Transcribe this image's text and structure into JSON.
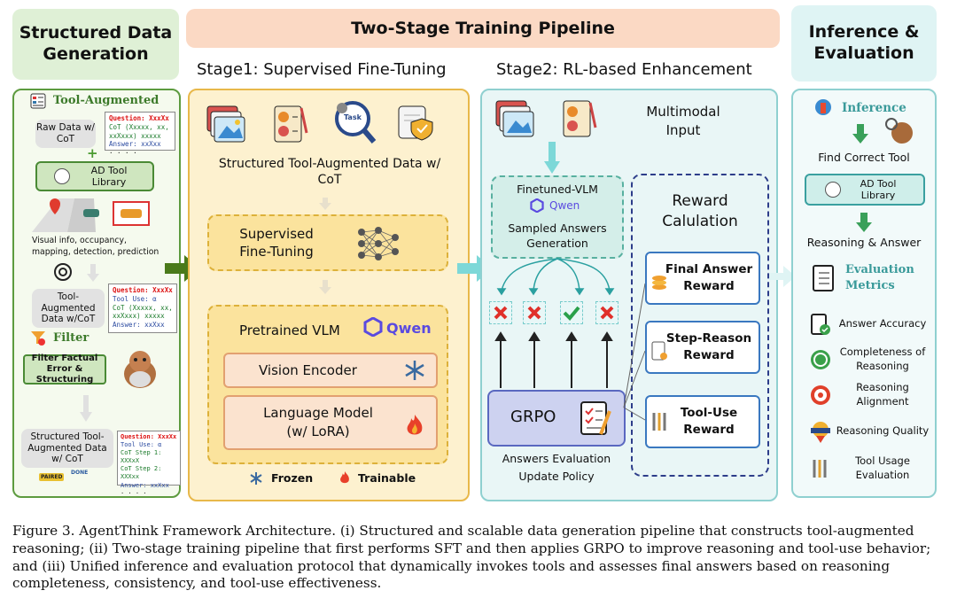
{
  "headers": {
    "left": "Structured Data Generation",
    "middle": "Two-Stage Training Pipeline",
    "right": "Inference & Evaluation"
  },
  "stage1": {
    "title": "Stage1: Supervised Fine-Tuning",
    "data_label": "Structured Tool-Augmented Data w/ CoT",
    "sft_label": "Supervised Fine-Tuning",
    "pretrained_label": "Pretrained VLM",
    "qwen": "Qwen",
    "vision_encoder": "Vision Encoder",
    "language_model": "Language Model (w/ LoRA)",
    "legend_frozen": "Frozen",
    "legend_trainable": "Trainable",
    "task_tag": "Task"
  },
  "stage2": {
    "title": "Stage2: RL-based Enhancement",
    "multimodal_input": "Multimodal Input",
    "finetuned_vlm": "Finetuned-VLM",
    "qwen": "Qwen",
    "sampled_answers": "Sampled Answers Generation",
    "grpo": "GRPO",
    "answers_eval": "Answers Evaluation",
    "update_policy": "Update Policy",
    "reward_title": "Reward Calulation",
    "reward_final": "Final Answer Reward",
    "reward_step": "Step-Reason Reward",
    "reward_tool": "Tool-Use Reward"
  },
  "left": {
    "tool_augmented": "Tool-Augmented",
    "raw_data": "Raw Data w/ CoT",
    "raw_card": [
      "Question: XxxXx",
      "CoT (Xxxxx, xx,",
      "xxXxxx) xxxxx",
      "Answer: xxXxx",
      "· · · ·"
    ],
    "ad_tool_library": "AD Tool Library",
    "visual_info": "Visual info, occupancy, mapping, detection, prediction",
    "tool_aug_data": "Tool-Augmented Data w/CoT",
    "tool_card": [
      "Question: XxxXx",
      "Tool Use: α",
      "CoT (Xxxxx, xx,",
      "xxXxxx) xxxxx",
      "Answer: xxXxx"
    ],
    "filter": "Filter",
    "filter_box": "Filter Factual Error & Structuring",
    "structured": "Structured Tool-Augmented Data w/ CoT",
    "struct_card": [
      "Question: XxxXx",
      "Tool Use: α",
      "CoT Step 1: XXXxX",
      "CoT Step 2: XXXxx",
      "Answer: xxXxx",
      "· · · ·"
    ],
    "paired": "PAIRED",
    "done": "DONE"
  },
  "right": {
    "inference": "Inference",
    "find_tool": "Find Correct Tool",
    "ad_tool_library": "AD Tool Library",
    "reasoning_answer": "Reasoning & Answer",
    "eval_metrics": "Evaluation Metrics",
    "metrics": [
      {
        "label": "Answer Accuracy",
        "icon": "clipboard-check-icon"
      },
      {
        "label": "Completeness of Reasoning",
        "icon": "100-badge-icon"
      },
      {
        "label": "Reasoning Alignment",
        "icon": "target-icon"
      },
      {
        "label": "Reasoning Quality",
        "icon": "high-quality-badge-icon"
      },
      {
        "label": "Tool Usage Evaluation",
        "icon": "tools-icon"
      }
    ]
  },
  "caption": "Figure 3. AgentThink Framework Architecture. (i) Structured and scalable data generation pipeline that constructs tool-augmented reasoning; (ii) Two-stage training pipeline that first performs SFT and then applies GRPO to improve reasoning and tool-use behavior; and (iii) Unified inference and evaluation protocol that dynamically invokes tools and assesses final answers based on reasoning completeness, consistency, and tool-use effectiveness.",
  "colors": {
    "green_panel": "#f3f9ec",
    "green_border": "#5d9b3f",
    "yellow_panel": "#fdf1cf",
    "yellow_border": "#e8b84a",
    "teal_panel": "#e9f6f6",
    "teal_border": "#8fd0d0",
    "orange_box": "#fbe3cf",
    "navy_dash": "#2d3d8a",
    "header_middle": "#fbd9c4"
  }
}
